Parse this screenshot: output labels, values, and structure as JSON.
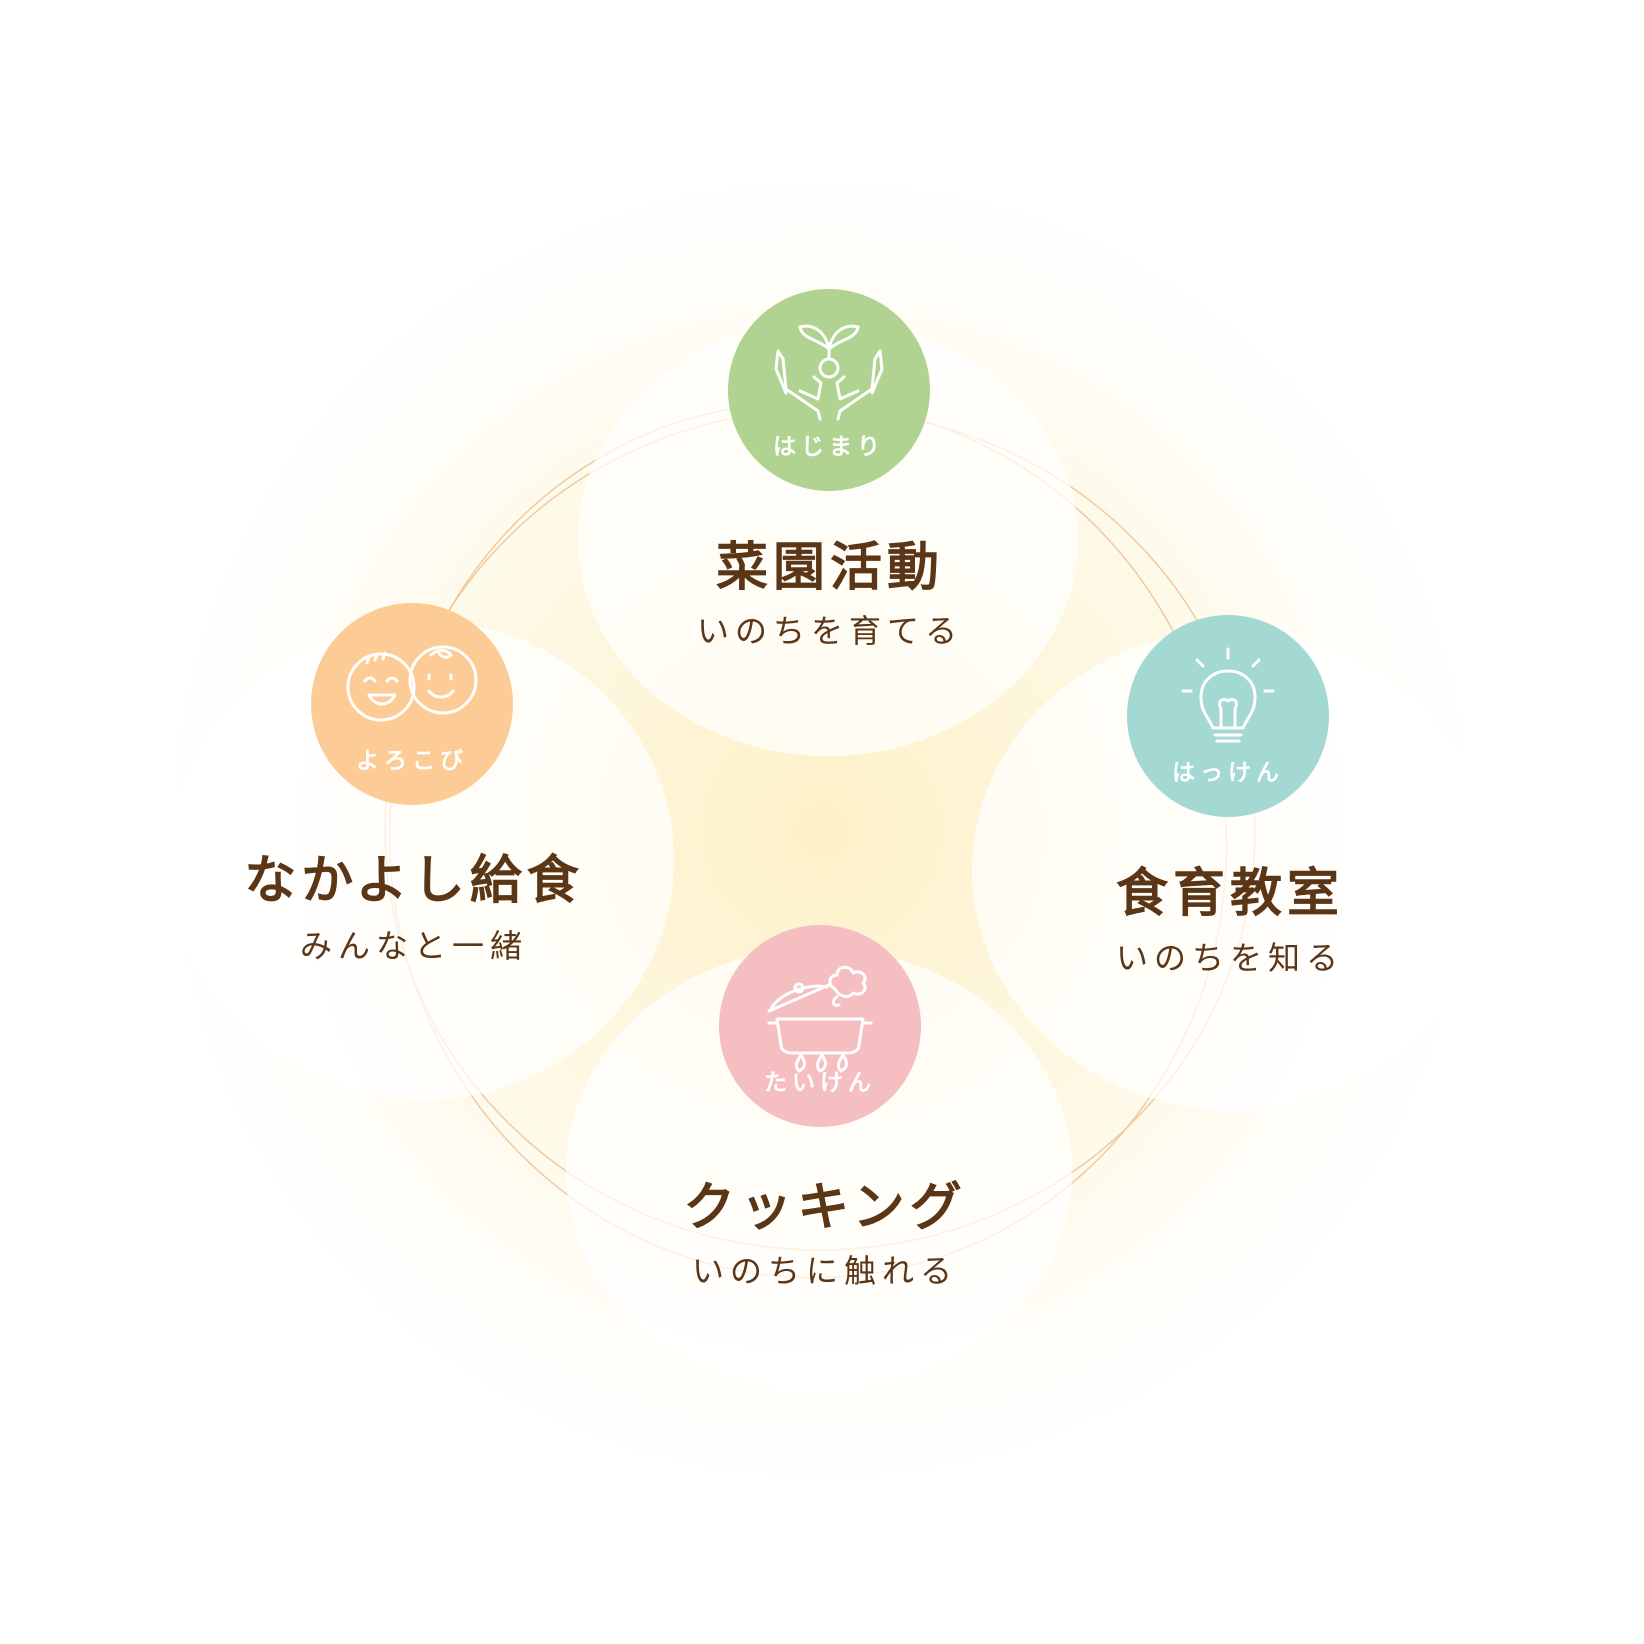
{
  "colors": {
    "text": "#5a3516",
    "ring": "#f0c89c",
    "glow": "#fdf2cf",
    "green": "#b0d392",
    "teal": "#a4d8d3",
    "pink": "#f5bfc1",
    "orange": "#fdcb96"
  },
  "nodes": {
    "top": {
      "badge": "はじまり",
      "title": "菜園活動",
      "subtitle": "いのちを育てる",
      "icon": "hands-sprout-icon"
    },
    "right": {
      "badge": "はっけん",
      "title": "食育教室",
      "subtitle": "いのちを知る",
      "icon": "lightbulb-icon"
    },
    "bottom": {
      "badge": "たいけん",
      "title": "クッキング",
      "subtitle": "いのちに触れる",
      "icon": "cooking-pot-icon"
    },
    "left": {
      "badge": "よろこび",
      "title": "なかよし給食",
      "subtitle": "みんなと一緒",
      "icon": "friends-faces-icon"
    }
  }
}
